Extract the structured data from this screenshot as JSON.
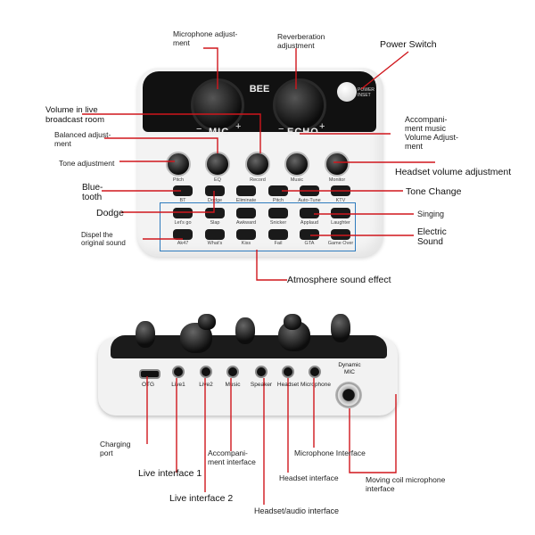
{
  "top_device": {
    "brand": "BEE",
    "mic_label": "MIC",
    "echo_label": "ECHO",
    "minus": "−",
    "plus": "+",
    "power_label": "POWER\nINSET",
    "knob_labels": [
      "Pitch",
      "EQ",
      "Record",
      "Music",
      "Monitor"
    ],
    "button_rows": [
      [
        "BT",
        "Dodge",
        "Eliminate",
        "Pitch",
        "Auto-Tune",
        "KTV"
      ],
      [
        "Let's go",
        "Slap",
        "Awkward",
        "Snicker",
        "Applaud",
        "Laughter"
      ],
      [
        "Ak47",
        "What's",
        "Kiss",
        "Fail",
        "GTA",
        "Game Over"
      ]
    ]
  },
  "top_annotations": {
    "mic_adjust": "Microphone adjust-\nment",
    "reverb_adjust": "Reverberation\nadjustment",
    "power_switch": "Power Switch",
    "volume_live": "Volume in live\nbroadcast room",
    "accompaniment": "Accompani-\nment music\nVolume Adjust-\nment",
    "balanced_adjust": "Balanced adjust-\nment",
    "tone_adjust": "Tone adjustment",
    "headset_volume": "Headset volume adjustment",
    "bluetooth": "Blue-\ntooth",
    "tone_change": "Tone Change",
    "dodge": "Dodge",
    "singing": "Singing",
    "dispel": "Dispel the\noriginal sound",
    "electric": "Electric\nSound",
    "atmosphere": "Atmosphere sound effect"
  },
  "bottom_device": {
    "ports": [
      "OTG",
      "Live1",
      "Live2",
      "Music",
      "Speaker",
      "Headset",
      "Microphone"
    ],
    "dynamic_mic": "Dynamic\nMIC"
  },
  "bottom_annotations": {
    "charging_port": "Charging\nport",
    "live1": "Live interface 1",
    "accomp_interface": "Accompani-\nment interface",
    "mic_interface": "Microphone Interface",
    "live2": "Live interface 2",
    "headset_interface": "Headset interface",
    "moving_coil": "Moving coil microphone\ninterface",
    "headset_audio": "Headset/audio interface"
  },
  "colors": {
    "leader_line": "#d0161c",
    "frame": "#2e7bbd",
    "panel": "#f4f4f4",
    "black_panel": "#111111"
  }
}
